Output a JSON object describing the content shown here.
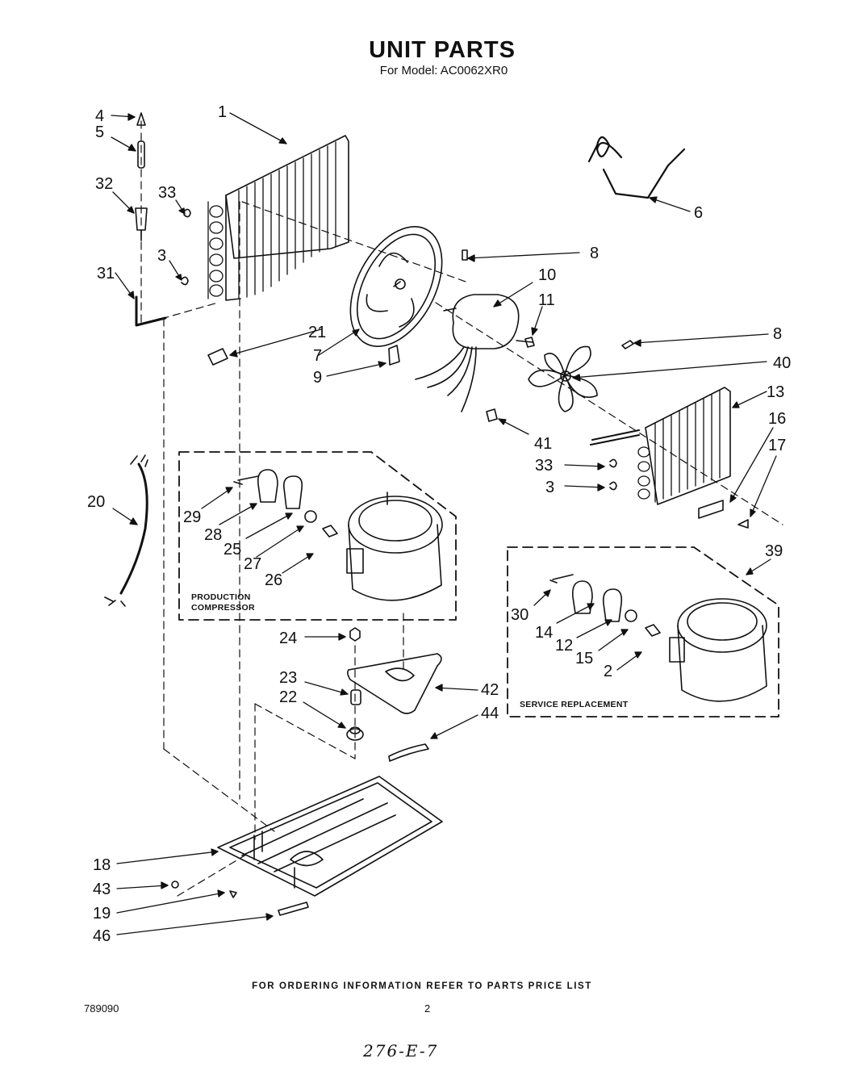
{
  "header": {
    "title": "UNIT PARTS",
    "subtitle": "For Model: AC0062XR0"
  },
  "diagram": {
    "part_labels": [
      "1",
      "3",
      "4",
      "5",
      "6",
      "7",
      "8",
      "8",
      "9",
      "10",
      "11",
      "13",
      "16",
      "17",
      "20",
      "21",
      "31",
      "32",
      "33",
      "33",
      "3",
      "40",
      "41",
      "29",
      "28",
      "25",
      "27",
      "26",
      "24",
      "23",
      "22",
      "42",
      "44",
      "18",
      "43",
      "19",
      "46",
      "39",
      "30",
      "14",
      "12",
      "15",
      "2"
    ],
    "boxes": {
      "production_line1": "PRODUCTION",
      "production_line2": "COMPRESSOR",
      "service": "SERVICE REPLACEMENT"
    }
  },
  "footer": {
    "ordering_note": "FOR ORDERING INFORMATION REFER TO PARTS PRICE LIST",
    "doc_number": "789090",
    "page_number": "2",
    "handwritten_code": "276-E-7"
  }
}
